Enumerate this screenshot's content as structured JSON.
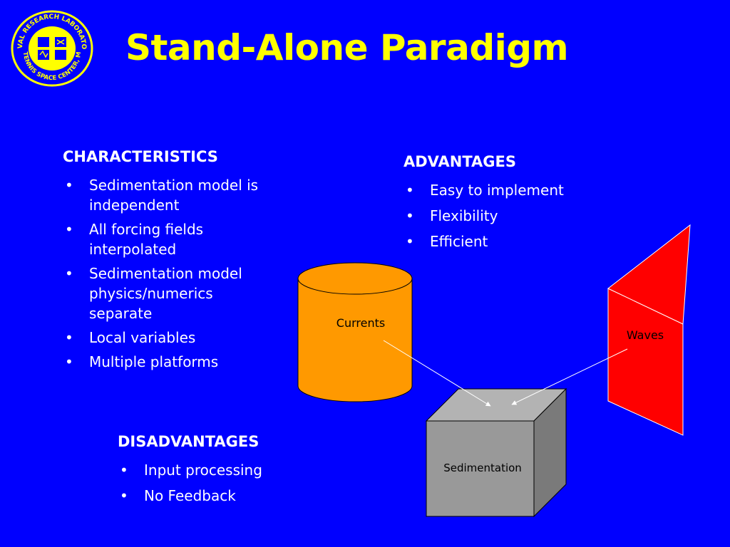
{
  "title": "Stand-Alone Paradigm",
  "logo": {
    "top_text": "NAVAL RESEARCH LABORATORY",
    "bottom_text": "STENNIS SPACE CENTER, MS"
  },
  "characteristics": {
    "heading": "CHARACTERISTICS",
    "items": [
      "Sedimentation model is independent",
      "All forcing fields interpolated",
      "Sedimentation model physics/numerics separate",
      "Local variables",
      "Multiple platforms"
    ]
  },
  "advantages": {
    "heading": "ADVANTAGES",
    "items": [
      "Easy to implement",
      "Flexibility",
      "Efficient"
    ]
  },
  "disadvantages": {
    "heading": "DISADVANTAGES",
    "items": [
      "Input processing",
      "No Feedback"
    ]
  },
  "diagram": {
    "currents_label": "Currents",
    "waves_label": "Waves",
    "sedimentation_label": "Sedimentation",
    "colors": {
      "background": "#0000ff",
      "title": "#ffff00",
      "currents": "#ff9900",
      "waves": "#ff0000",
      "sedimentation_front": "#999999",
      "sedimentation_top": "#b3b3b3",
      "sedimentation_side": "#7a7a7a"
    }
  }
}
